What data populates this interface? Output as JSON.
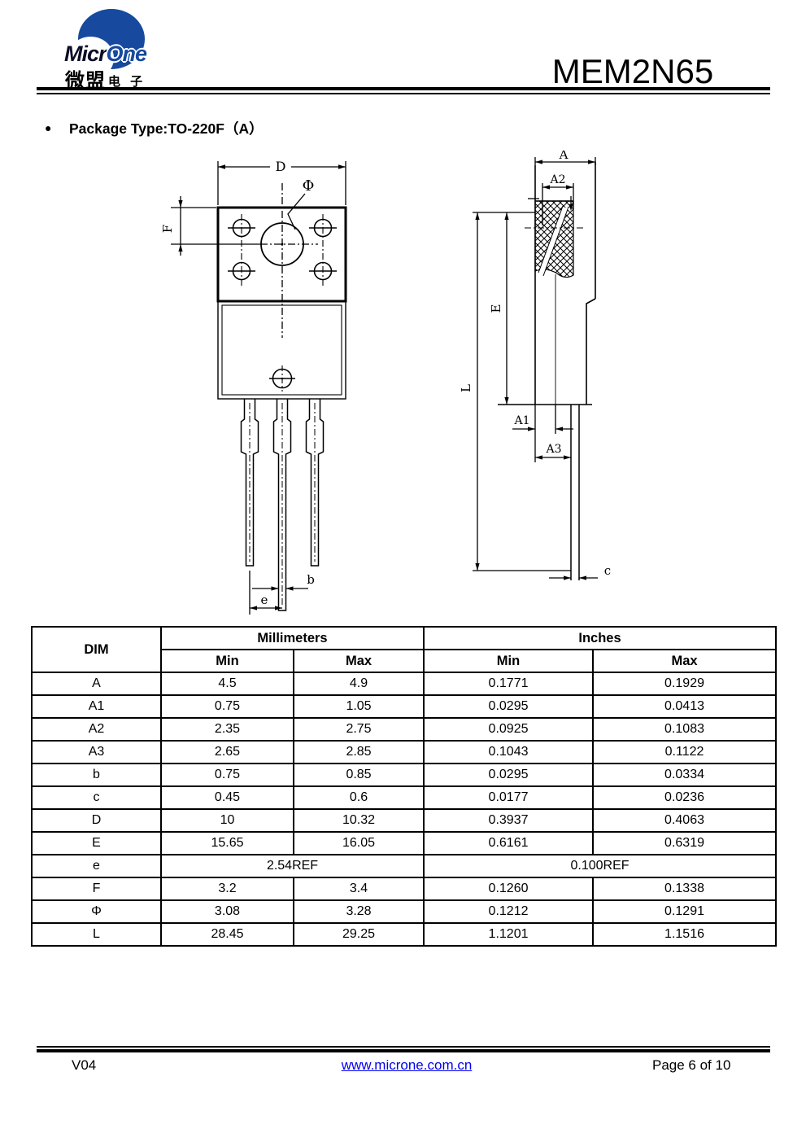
{
  "header": {
    "title": "MEM2N65",
    "logo": {
      "brand_part1": "Micr",
      "brand_part2": "One",
      "cn_main": "微盟",
      "cn_sub": "电 子",
      "blue": "#17499E",
      "dark": "#0d0d28"
    }
  },
  "section": {
    "bullet": "●",
    "package_type_label": "Package Type:TO-220F（A）"
  },
  "drawing": {
    "front_view": {
      "labels": {
        "d": "D",
        "phi": "Φ",
        "f": "F",
        "b": "b",
        "e": "e"
      }
    },
    "side_view": {
      "labels": {
        "a": "A",
        "a2": "A2",
        "a1": "A1",
        "a3": "A3",
        "e_dim": "E",
        "l": "L",
        "c": "c"
      }
    }
  },
  "table": {
    "col_dim": "DIM",
    "col_mm": "Millimeters",
    "col_inch": "Inches",
    "col_mm_min": "Min",
    "col_mm_max": "Max",
    "col_in_min": "Min",
    "col_in_max": "Max",
    "rows": [
      {
        "dim": "A",
        "mm_min": "4.5",
        "mm_max": "4.9",
        "in_min": "0.1771",
        "in_max": "0.1929"
      },
      {
        "dim": "A1",
        "mm_min": "0.75",
        "mm_max": "1.05",
        "in_min": "0.0295",
        "in_max": "0.0413"
      },
      {
        "dim": "A2",
        "mm_min": "2.35",
        "mm_max": "2.75",
        "in_min": "0.0925",
        "in_max": "0.1083"
      },
      {
        "dim": "A3",
        "mm_min": "2.65",
        "mm_max": "2.85",
        "in_min": "0.1043",
        "in_max": "0.1122"
      },
      {
        "dim": "b",
        "mm_min": "0.75",
        "mm_max": "0.85",
        "in_min": "0.0295",
        "in_max": "0.0334"
      },
      {
        "dim": "c",
        "mm_min": "0.45",
        "mm_max": "0.6",
        "in_min": "0.0177",
        "in_max": "0.0236"
      },
      {
        "dim": "D",
        "mm_min": "10",
        "mm_max": "10.32",
        "in_min": "0.3937",
        "in_max": "0.4063"
      },
      {
        "dim": "E",
        "mm_min": "15.65",
        "mm_max": "16.05",
        "in_min": "0.6161",
        "in_max": "0.6319"
      },
      {
        "dim": "e",
        "mm_span": "2.54REF",
        "in_span": "0.100REF"
      },
      {
        "dim": "F",
        "mm_min": "3.2",
        "mm_max": "3.4",
        "in_min": "0.1260",
        "in_max": "0.1338"
      },
      {
        "dim": "Φ",
        "mm_min": "3.08",
        "mm_max": "3.28",
        "in_min": "0.1212",
        "in_max": "0.1291"
      },
      {
        "dim": "L",
        "mm_min": "28.45",
        "mm_max": "29.25",
        "in_min": "1.1201",
        "in_max": "1.1516"
      }
    ]
  },
  "footer": {
    "version": "V04",
    "website": "www.microne.com.cn",
    "page": "Page 6 of 10",
    "link_color": "#0000EE"
  }
}
